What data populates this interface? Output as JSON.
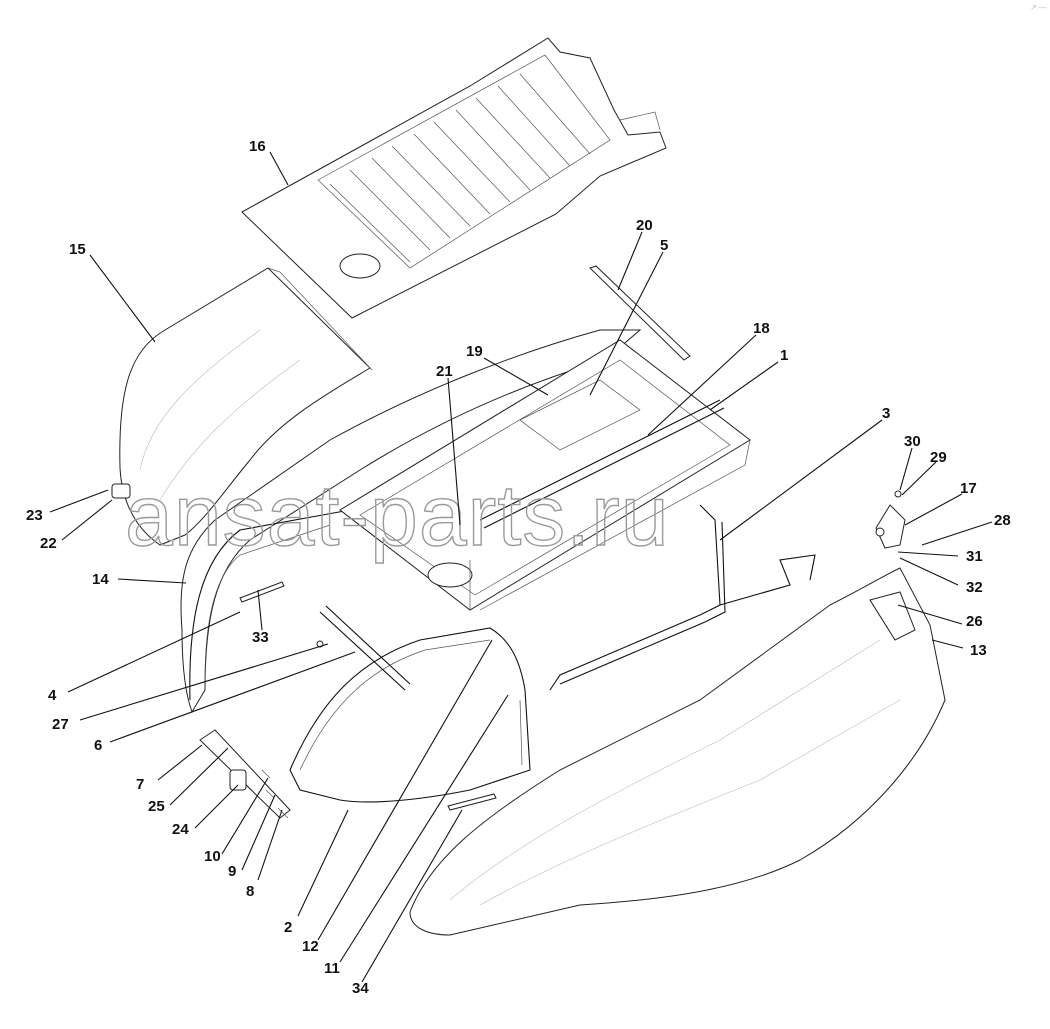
{
  "watermark": "ansat-parts.ru",
  "corner_mark": "↗ —",
  "callouts": [
    {
      "id": "c1",
      "text": "1"
    },
    {
      "id": "c2",
      "text": "2"
    },
    {
      "id": "c3",
      "text": "3"
    },
    {
      "id": "c4",
      "text": "4"
    },
    {
      "id": "c5",
      "text": "5"
    },
    {
      "id": "c6",
      "text": "6"
    },
    {
      "id": "c7",
      "text": "7"
    },
    {
      "id": "c8",
      "text": "8"
    },
    {
      "id": "c9",
      "text": "9"
    },
    {
      "id": "c10",
      "text": "10"
    },
    {
      "id": "c11",
      "text": "11"
    },
    {
      "id": "c12",
      "text": "12"
    },
    {
      "id": "c13",
      "text": "13"
    },
    {
      "id": "c14",
      "text": "14"
    },
    {
      "id": "c15",
      "text": "15"
    },
    {
      "id": "c16",
      "text": "16"
    },
    {
      "id": "c17",
      "text": "17"
    },
    {
      "id": "c18",
      "text": "18"
    },
    {
      "id": "c19",
      "text": "19"
    },
    {
      "id": "c20",
      "text": "20"
    },
    {
      "id": "c21",
      "text": "21"
    },
    {
      "id": "c22",
      "text": "22"
    },
    {
      "id": "c23",
      "text": "23"
    },
    {
      "id": "c24",
      "text": "24"
    },
    {
      "id": "c25",
      "text": "25"
    },
    {
      "id": "c26",
      "text": "26"
    },
    {
      "id": "c27",
      "text": "27"
    },
    {
      "id": "c28",
      "text": "28"
    },
    {
      "id": "c29",
      "text": "29"
    },
    {
      "id": "c30",
      "text": "30"
    },
    {
      "id": "c31",
      "text": "31"
    },
    {
      "id": "c32",
      "text": "32"
    },
    {
      "id": "c33",
      "text": "33"
    },
    {
      "id": "c34",
      "text": "34"
    }
  ]
}
